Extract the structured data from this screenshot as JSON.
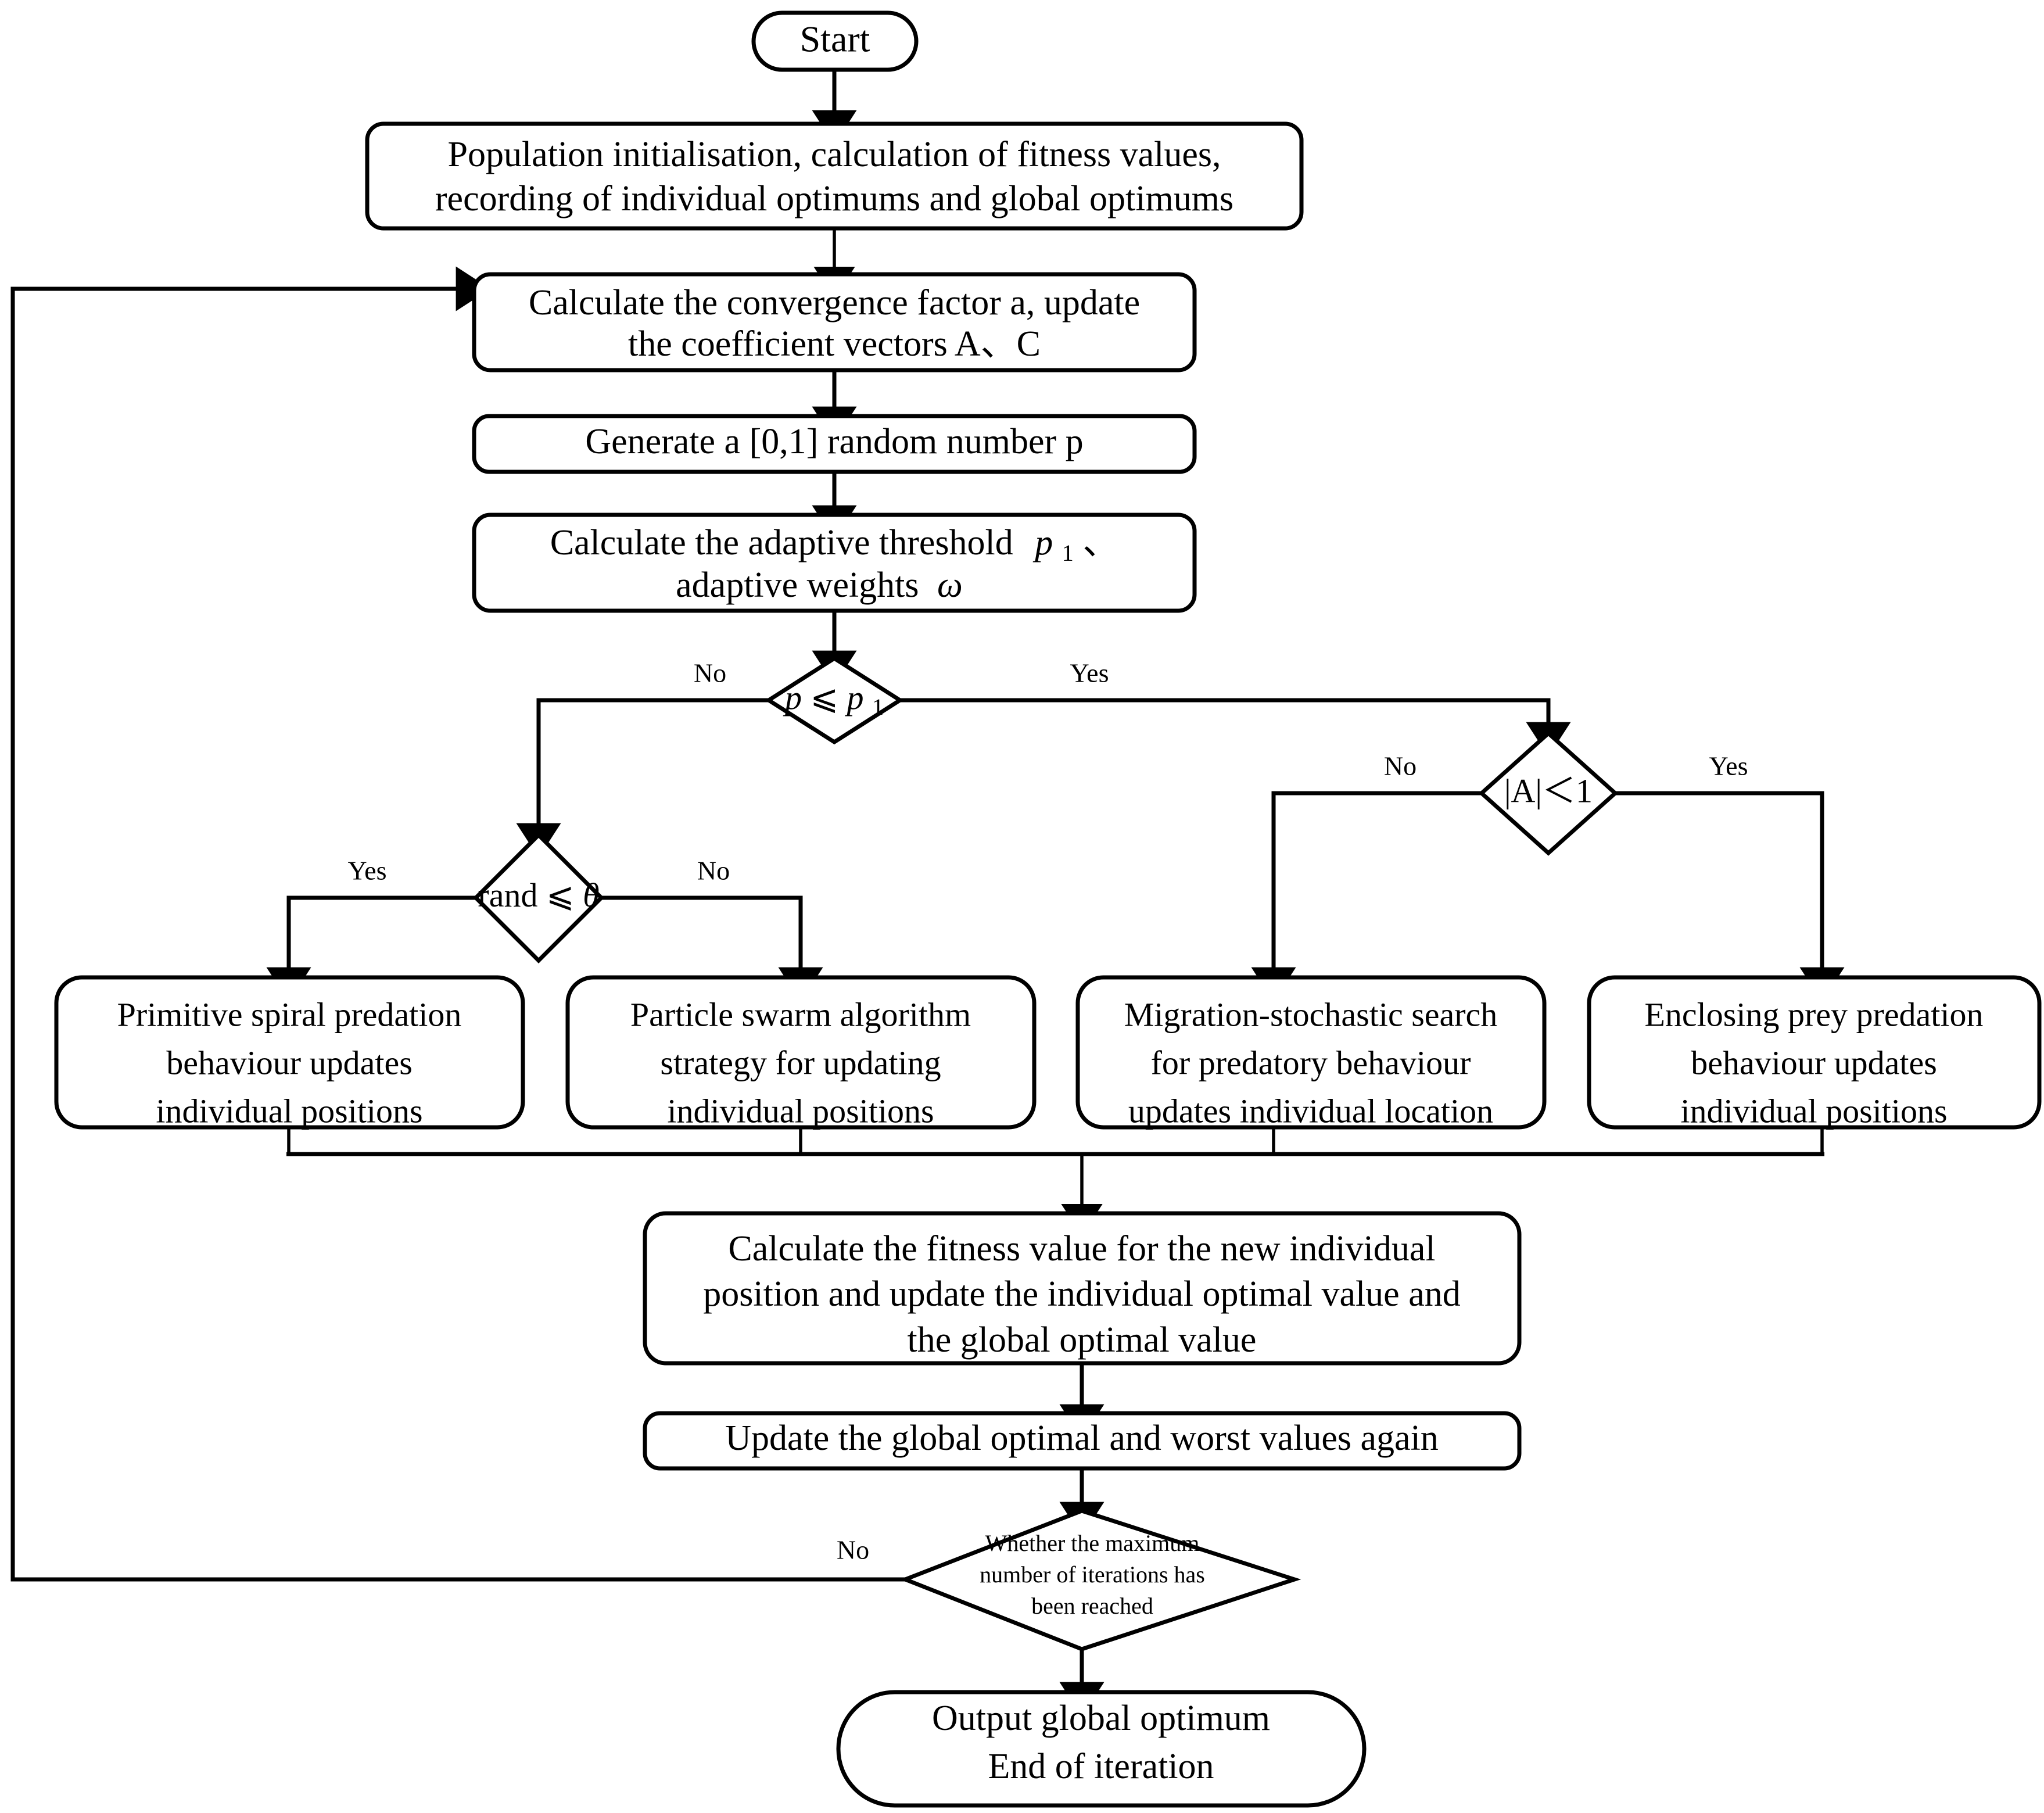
{
  "figure": {
    "type": "flowchart",
    "orientation": "top-to-bottom",
    "background_color": "#ffffff",
    "line_color": "#000000",
    "text_color": "#000000"
  },
  "nodes": {
    "start": {
      "shape": "terminator",
      "label": "Start"
    },
    "init": {
      "shape": "process-rounded",
      "line1": "Population initialisation, calculation of fitness values,",
      "line2": "recording of individual optimums and global optimums"
    },
    "convergence": {
      "shape": "process-rounded",
      "line1": "Calculate the convergence factor a, update",
      "line2": "the coefficient vectors A、C"
    },
    "random_p": {
      "shape": "process-rounded",
      "line1": "Generate a [0,1] random number p"
    },
    "threshold": {
      "shape": "process-rounded",
      "line1_prefix": "Calculate the adaptive threshold",
      "line1_symbol": "p",
      "line1_subscript": "1",
      "line1_suffix": "、",
      "line2_prefix": "adaptive weights",
      "line2_symbol": "ω"
    },
    "decision_p": {
      "shape": "decision",
      "expr_left": "p",
      "expr_op": "⩽",
      "expr_right": "p",
      "expr_right_subscript": "1",
      "branch_left": "No",
      "branch_right": "Yes"
    },
    "decision_a": {
      "shape": "decision",
      "expr": "|A|＜1",
      "branch_left": "No",
      "branch_right": "Yes"
    },
    "decision_rand": {
      "shape": "decision",
      "expr_left": "rand",
      "expr_op": "⩽",
      "expr_right": "θ",
      "branch_left": "Yes",
      "branch_right": "No"
    },
    "action_spiral": {
      "shape": "process-rounded",
      "line1": "Primitive spiral predation",
      "line2": "behaviour updates",
      "line3": "individual positions"
    },
    "action_pso": {
      "shape": "process-rounded",
      "line1": "Particle swarm algorithm",
      "line2": "strategy for updating",
      "line3": "individual positions"
    },
    "action_migration": {
      "shape": "process-rounded",
      "line1": "Migration-stochastic search",
      "line2": "for predatory behaviour",
      "line3": "updates individual location"
    },
    "action_enclosing": {
      "shape": "process-rounded",
      "line1": "Enclosing prey predation",
      "line2": "behaviour updates",
      "line3": "individual positions"
    },
    "fitness_update": {
      "shape": "process-rounded",
      "line1": "Calculate the fitness value for the new individual",
      "line2": "position and update the individual optimal value and",
      "line3": "the global optimal value"
    },
    "update_again": {
      "shape": "process-rounded",
      "line1": "Update the global optimal and worst values again"
    },
    "decision_max_iter": {
      "shape": "decision",
      "line1": "Whether the maximum",
      "line2": "number of iterations  has",
      "line3": "been reached",
      "branch_left": "No"
    },
    "end": {
      "shape": "terminator",
      "line1": "Output global optimum",
      "line2": "End of iteration"
    }
  },
  "edges": [
    {
      "from": "start",
      "to": "init",
      "label": ""
    },
    {
      "from": "init",
      "to": "convergence",
      "label": ""
    },
    {
      "from": "convergence",
      "to": "random_p",
      "label": ""
    },
    {
      "from": "random_p",
      "to": "threshold",
      "label": ""
    },
    {
      "from": "threshold",
      "to": "decision_p",
      "label": ""
    },
    {
      "from": "decision_p",
      "to": "decision_rand",
      "label": "No"
    },
    {
      "from": "decision_p",
      "to": "decision_a",
      "label": "Yes"
    },
    {
      "from": "decision_rand",
      "to": "action_spiral",
      "label": "Yes"
    },
    {
      "from": "decision_rand",
      "to": "action_pso",
      "label": "No"
    },
    {
      "from": "decision_a",
      "to": "action_migration",
      "label": "No"
    },
    {
      "from": "decision_a",
      "to": "action_enclosing",
      "label": "Yes"
    },
    {
      "from": "action_spiral",
      "to": "fitness_update",
      "label": ""
    },
    {
      "from": "action_pso",
      "to": "fitness_update",
      "label": ""
    },
    {
      "from": "action_migration",
      "to": "fitness_update",
      "label": ""
    },
    {
      "from": "action_enclosing",
      "to": "fitness_update",
      "label": ""
    },
    {
      "from": "fitness_update",
      "to": "update_again",
      "label": ""
    },
    {
      "from": "update_again",
      "to": "decision_max_iter",
      "label": ""
    },
    {
      "from": "decision_max_iter",
      "to": "convergence",
      "label": "No"
    },
    {
      "from": "decision_max_iter",
      "to": "end",
      "label": ""
    }
  ]
}
